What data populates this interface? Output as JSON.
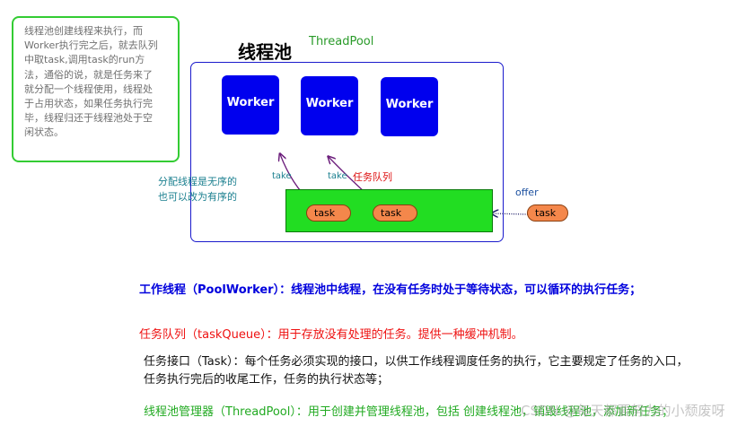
{
  "note": {
    "text": "线程池创建线程来执行，而Worker执行完之后，就去队列中取task,调用task的run方法，通俗的说，就是任务来了就分配一个线程使用，线程处于占用状态，如果任务执行完毕，线程归还于线程池处于空闲状态。"
  },
  "pool": {
    "title": "线程池",
    "subtitle": "ThreadPool",
    "workers": [
      "Worker",
      "Worker",
      "Worker"
    ],
    "take_labels": [
      "take",
      "take"
    ],
    "queue_label": "任务队列",
    "queue_tasks": [
      "task",
      "task"
    ],
    "incoming_task": "task",
    "offer_label": "offer",
    "assign_note_line1": "分配线程是无序的",
    "assign_note_line2": "也可以改为有序的"
  },
  "descriptions": {
    "worker": "工作线程（PoolWorker）：线程池中线程，在没有任务时处于等待状态，可以循环的执行任务；",
    "queue": "任务队列（taskQueue）：用于存放没有处理的任务。提供一种缓冲机制。",
    "task": "任务接口（Task）：每个任务必须实现的接口，以供工作线程调度任务的执行，它主要规定了任务的入口，任务执行完后的收尾工作，任务的执行状态等；",
    "pool": "线程池管理器（ThreadPool）：用于创建并管理线程池，包括 创建线程池，销毁线程池，添加新任务；"
  },
  "watermark": "CSDN @每天都要努力的小颓废呀"
}
